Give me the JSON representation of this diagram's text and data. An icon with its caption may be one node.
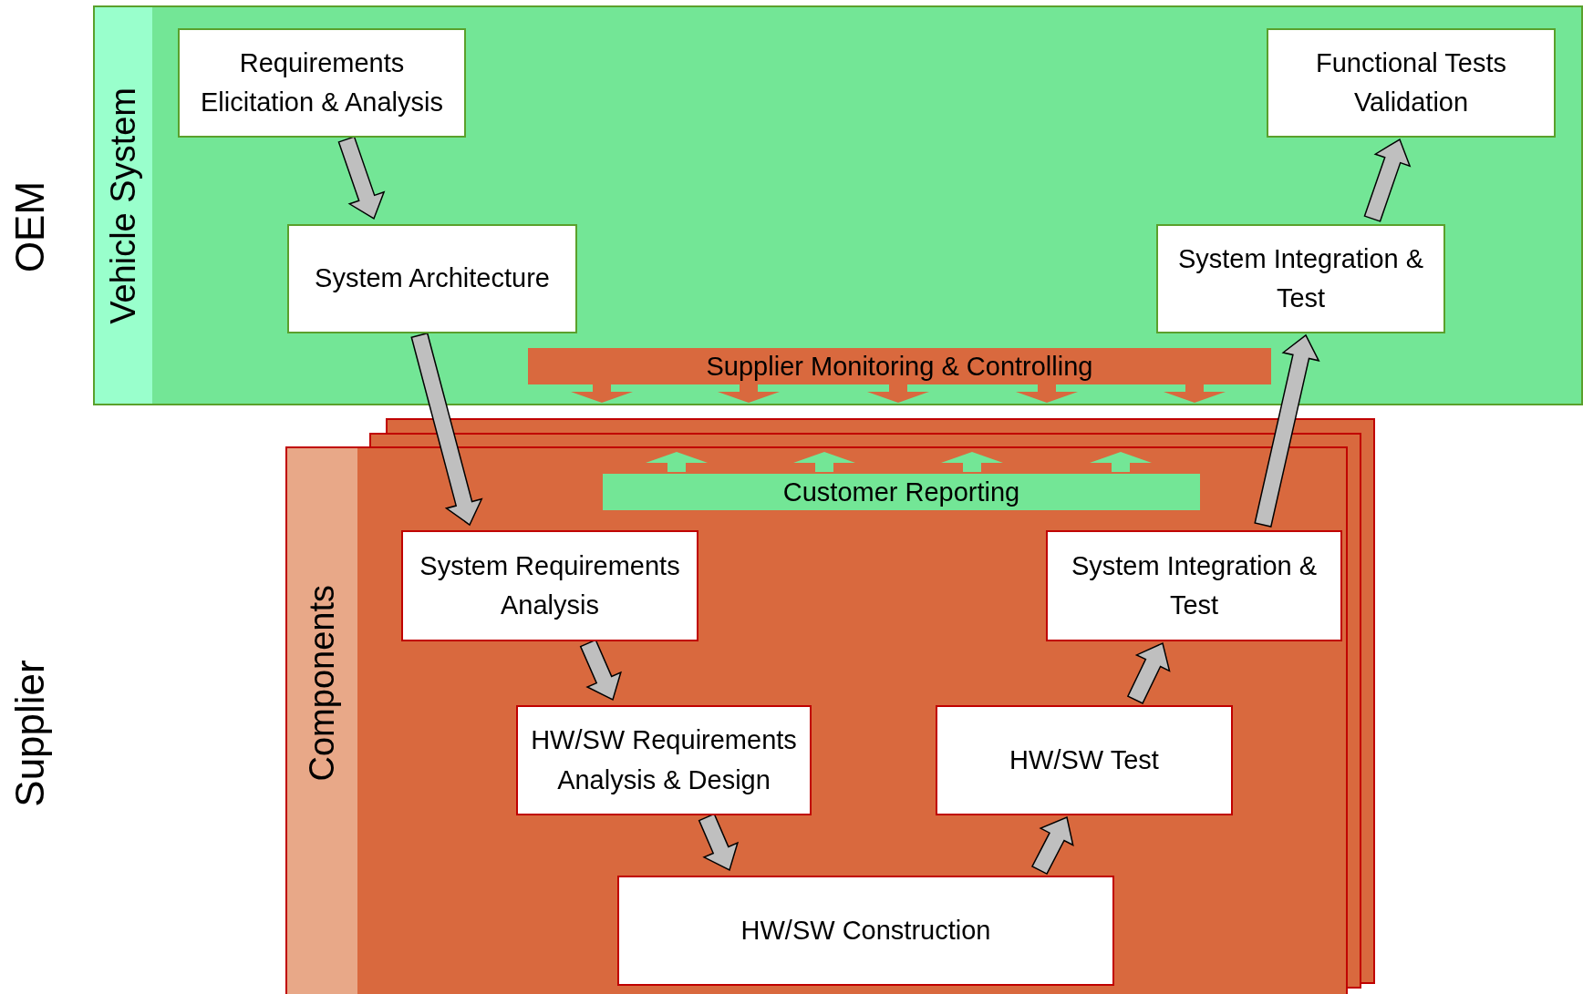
{
  "diagram": {
    "nodes": [
      {
        "text": [
          "Vehicle System"
        ]
      },
      {
        "text": [
          "Requirements Elicitation & Analysis"
        ],
        "in": 0
      },
      {
        "text": [
          "System Architecture"
        ],
        "in": 0
      },
      {
        "text": [
          "Functional Tests Validation"
        ],
        "in": 0
      },
      {
        "text": [
          "System Integration & Test"
        ],
        "in": 0
      },
      {
        "text": [
          "Supplier Monitoring & Controlling"
        ],
        "in": 0
      },
      {
        "text": [
          "Components"
        ]
      },
      {
        "text": [
          "Customer Reporting"
        ],
        "in": 6
      },
      {
        "text": [
          "System Requirements Analysis"
        ],
        "in": 6
      },
      {
        "text": [
          "System Integration & Test"
        ],
        "in": 6
      },
      {
        "text": [
          "HW/SW Requirements Analysis & Design"
        ],
        "in": 6
      },
      {
        "text": [
          "HW/SW Test"
        ],
        "in": 6
      },
      {
        "text": [
          "HW/SW Construction"
        ],
        "in": 6
      }
    ],
    "edges": [
      {
        "from": 1,
        "to": 2,
        "arrow": "to"
      },
      {
        "from": 2,
        "to": 8,
        "arrow": "to"
      },
      {
        "from": 8,
        "to": 10,
        "arrow": "to"
      },
      {
        "from": 10,
        "to": 12,
        "arrow": "to"
      },
      {
        "from": 12,
        "to": 11,
        "arrow": "to"
      },
      {
        "from": 11,
        "to": 9,
        "arrow": "to"
      },
      {
        "from": 9,
        "to": 4,
        "arrow": "to"
      },
      {
        "from": 4,
        "to": 3,
        "arrow": "to"
      },
      {
        "from": 5,
        "to": null,
        "arrow": "to",
        "color": "#d9693e"
      },
      {
        "from": 5,
        "to": null,
        "arrow": "to",
        "color": "#d9693e"
      },
      {
        "from": 5,
        "to": null,
        "arrow": "to",
        "color": "#d9693e"
      },
      {
        "from": 5,
        "to": null,
        "arrow": "to",
        "color": "#d9693e"
      },
      {
        "from": 5,
        "to": null,
        "arrow": "to",
        "color": "#d9693e"
      },
      {
        "from": 7,
        "to": null,
        "arrow": "to",
        "color": "#73e696"
      },
      {
        "from": 7,
        "to": null,
        "arrow": "to",
        "color": "#73e696"
      },
      {
        "from": 7,
        "to": null,
        "arrow": "to",
        "color": "#73e696"
      },
      {
        "from": 7,
        "to": null,
        "arrow": "to",
        "color": "#73e696"
      }
    ],
    "labels": [
      "OEM",
      "Supplier"
    ]
  }
}
